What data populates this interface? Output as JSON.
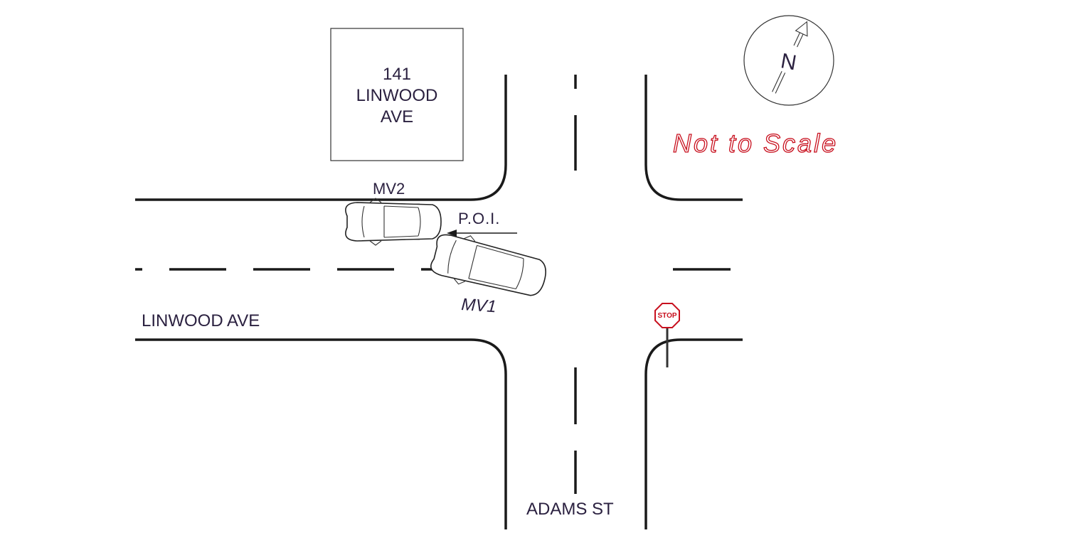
{
  "building": {
    "line1": "141",
    "line2": "LINWOOD",
    "line3": "AVE"
  },
  "streets": {
    "horizontal": "LINWOOD AVE",
    "vertical": "ADAMS ST"
  },
  "vehicles": {
    "mv1": "MV1",
    "mv2": "MV2"
  },
  "poi": "P.O.I.",
  "stop_sign": "STOP",
  "compass": {
    "north": "N"
  },
  "scale_note": "Not to Scale",
  "colors": {
    "scale_note": "#c8101e",
    "stop_sign": "#c8101e",
    "label": "#2b2140"
  }
}
